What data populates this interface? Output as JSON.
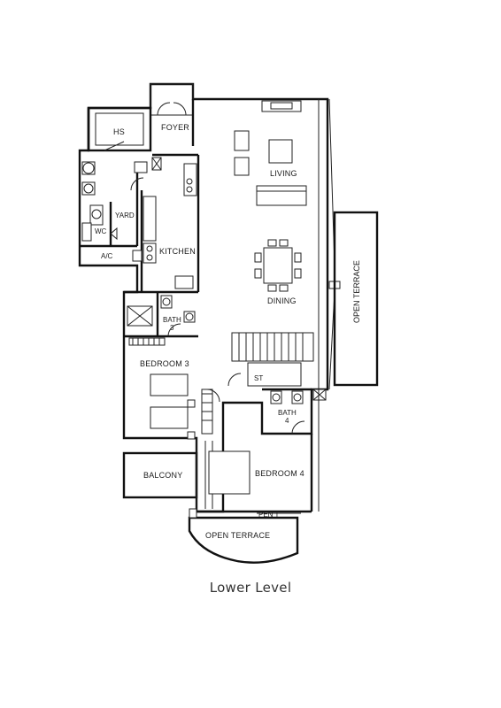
{
  "caption": "Lower Level",
  "rooms": {
    "hs": "HS",
    "foyer": "FOYER",
    "living": "LIVING",
    "yard": "YARD",
    "wc": "WC",
    "ac": "A/C",
    "kitchen": "KITCHEN",
    "open_terrace_side": "OPEN TERRACE",
    "dining": "DINING",
    "bath3_a": "BATH",
    "bath3_b": "3",
    "bedroom3": "BEDROOM 3",
    "st": "ST",
    "bath4_a": "BATH",
    "bath4_b": "4",
    "balcony": "BALCONY",
    "bedroom4": "BEDROOM 4",
    "pent": "PEN T",
    "open_terrace_bottom": "OPEN TERRACE"
  }
}
